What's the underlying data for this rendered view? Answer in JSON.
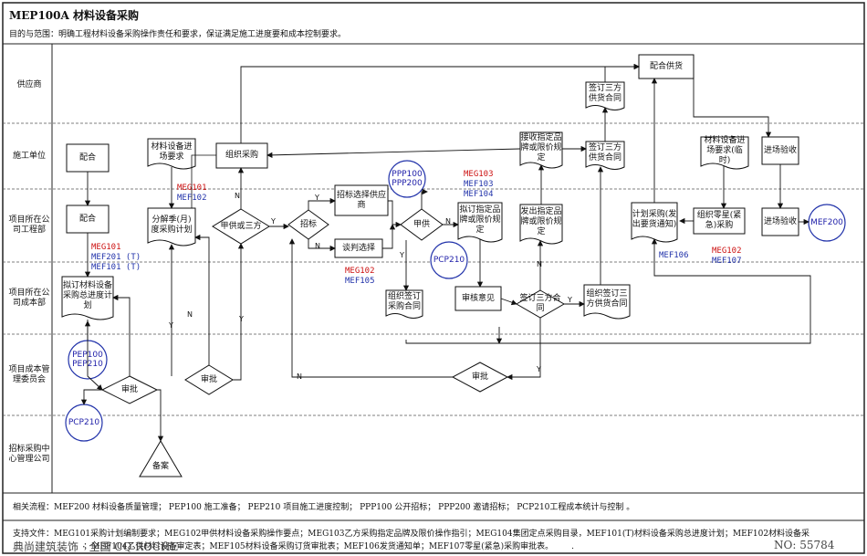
{
  "header": {
    "code_title": "MEP100A   材料设备采购",
    "purpose": "目的与范围：明确工程材料设备采购操作责任和要求，保证满足施工进度要和成本控制要求。"
  },
  "lanes": [
    {
      "label": "供应商"
    },
    {
      "label": "施工单位"
    },
    {
      "label": "项目所在公司工程部"
    },
    {
      "label": "项目所在公司成本部"
    },
    {
      "label": "项目成本管理委员会"
    },
    {
      "label": "招标采购中心管理公司"
    }
  ],
  "nodes": {
    "peihe1": "配合",
    "peihe2": "配合",
    "nidingzong": "拟订材料设备采购总进度计划",
    "shenpi1": "审批",
    "beian": "备案",
    "jinchangyaoqiu": "材料设备进场要求",
    "fenjie": "分解季(月)度采购计划",
    "shenpi2": "审批",
    "zuzhicaigou": "组织采购",
    "jiagong": "甲供或三方",
    "zhaobiao": "招标",
    "zhaobiaoxuanze": "招标选择供应商",
    "tanpan": "谈判选择",
    "jiagong2": "甲供",
    "zuzhiqianding": "组织签订采购合同",
    "shenhe": "审核意见",
    "nidingzhiding": "拟订指定品牌或限价规定",
    "jieshou": "接收指定品牌或限价规定",
    "fachu": "发出指定品牌或限价规定",
    "shenpi3": "审批",
    "qianding3fang_gys": "签订三方供货合同",
    "qianding3fang_sg": "签订三方供货合同",
    "qianding3fang_d": "签订三方合同",
    "zuzhi3fang": "组织签订三方供货合同",
    "jihuacaigou": "计划采购(发出要货通知)",
    "peihegonghuo": "配合供货",
    "jinchangyaoqiu2": "材料设备进场要求(临时)",
    "lingxing": "组织零星(紧急)采购",
    "yanshou1": "进场验收",
    "yanshou2": "进场验收"
  },
  "circles": {
    "pep100": "PEP100\nPEP210",
    "pcp210a": "PCP210",
    "ppp100": "PPP100\nPPP200",
    "pcp210b": "PCP210",
    "mef200": "MEF200"
  },
  "codes": {
    "c1a": "MEG101",
    "c1b": "MEF201 (T)",
    "c1c": "MEF101 (T)",
    "c2a": "MEG101",
    "c2b": "MEF102",
    "c3a": "MEG103",
    "c3b": "MEF103",
    "c3c": "MEF104",
    "c4a": "MEG102",
    "c4b": "MEF105",
    "c5": "MEF106",
    "c6a": "MEG102",
    "c6b": "MEF107"
  },
  "yn": {
    "y": "Y",
    "n": "N"
  },
  "colors": {
    "red": "#cc1111",
    "blue": "#2233aa",
    "circle": "#2233aa"
  },
  "footer": {
    "related": "相关流程：MEF200 材料设备质量管理； PEP100 施工准备； PEP210 项目施工进度控制； PPP100 公开招标； PPP200 邀请招标； PCP210工程成本统计与控制 。",
    "support1": "支持文件：MEG101采购计划编制要求；MEG102甲供材料设备采购操作要点；MEG103乙方采购指定品牌及限价操作指引；MEG104集团定点采购目录，MEF101(T)材料设备采购总进度计划；MEF102材料设备采",
    "support2": "                           ；MEF104乙供材料设备审定表；MEF105材料设备采购订货审批表；MEF106发货通知单；MEF107零星(紧急)采购审批表。       .",
    "watermark_left": "典尚建筑装饰 · 全国  CQ·ROCHE",
    "watermark_right": "NO: 55784"
  }
}
